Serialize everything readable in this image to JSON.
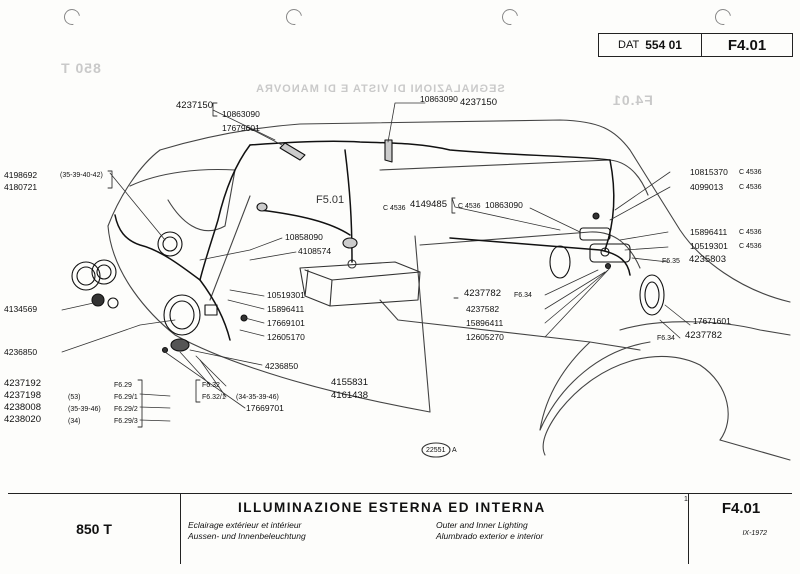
{
  "header": {
    "dat_label": "DAT",
    "dat_number": "554 01",
    "code": "F4.01"
  },
  "ghost_text": {
    "top_left": "850 T",
    "right": "F4.01",
    "title": "SEGNALAZIONI DI VISTA E DI MANOVRA"
  },
  "labels": {
    "l4237150a": "4237150",
    "l10863090a": "10863090",
    "l17679601": "17679601",
    "l10863090b": "10863090",
    "l4237150b": "4237150",
    "l4198692": "4198692",
    "l4198692note": "(35-39-40-42)",
    "l4180721": "4180721",
    "lF501": "F5.01",
    "lC4536a": "C 4536",
    "l4149485": "4149485",
    "lC4536b": "C 4536",
    "l10863090c": "10863090",
    "l10815370": "10815370",
    "lC4536c": "C 4536",
    "l4099013": "4099013",
    "lC4536d": "C 4536",
    "l15896411a": "15896411",
    "lC4536e": "C 4536",
    "l10519301a": "10519301",
    "lC4536f": "C 4536",
    "lF635": "F6.35",
    "l4235803": "4235803",
    "l10858090": "10858090",
    "l4108574": "4108574",
    "l10519301b": "10519301",
    "l15896411b": "15896411",
    "l17669101": "17669101",
    "l12605170": "12605170",
    "l4134569": "4134569",
    "l4236850a": "4236850",
    "l4236850b": "4236850",
    "l4237782a": "4237782",
    "lF634a": "F6.34",
    "l4237582": "4237582",
    "l15896411c": "15896411",
    "l12605270": "12605270",
    "l17671601": "17671601",
    "lF634b": "F6.34",
    "l4237782b": "4237782",
    "l4237192": "4237192",
    "l4237198": "4237198",
    "l4237198note": "(53)",
    "l4238008": "4238008",
    "l4238008note": "(35-39-46)",
    "l4238020": "4238020",
    "l4238020note": "(34)",
    "lF629": "F6.29",
    "lF6291": "F6.29/1",
    "lF6292": "F6.29/2",
    "lF6293": "F6.29/3",
    "lF632": "F6.32",
    "lF6321": "F6.32/1",
    "lF6321note": "(34-35-39-46)",
    "l4155831": "4155831",
    "l4161438": "4161438",
    "l17669701": "17669701",
    "lref": "22551",
    "lrefA": "A"
  },
  "footer": {
    "model": "850 T",
    "title": "ILLUMINAZIONE ESTERNA ED INTERNA",
    "fr": "Eclairage extérieur et intérieur",
    "de": "Aussen- und Innenbeleuchtung",
    "en": "Outer and Inner Lighting",
    "es": "Alumbrado exterior e interior",
    "code": "F4.01",
    "mark": "1",
    "date": "IX-1972"
  }
}
